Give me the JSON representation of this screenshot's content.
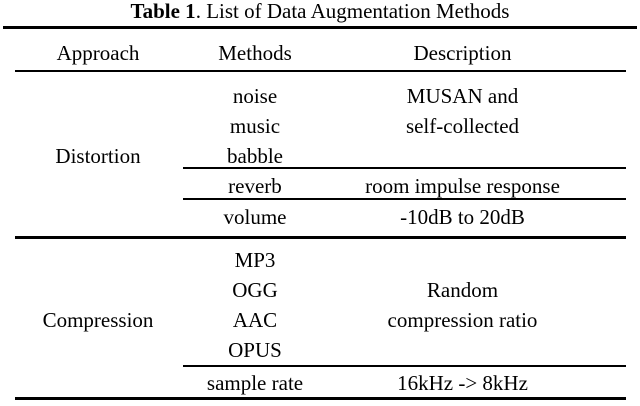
{
  "caption": {
    "label": "Table 1",
    "separator": ".",
    "title": "List of Data Augmentation Methods"
  },
  "table": {
    "headers": {
      "approach": "Approach",
      "methods": "Methods",
      "description": "Description"
    },
    "sections": [
      {
        "approach": "Distortion",
        "groups": [
          {
            "methods": [
              "noise",
              "music",
              "babble"
            ],
            "description": [
              "MUSAN and",
              "self-collected"
            ]
          },
          {
            "methods": [
              "reverb"
            ],
            "description": [
              "room impulse response"
            ]
          },
          {
            "methods": [
              "volume"
            ],
            "description": [
              "-10dB to 20dB"
            ]
          }
        ]
      },
      {
        "approach": "Compression",
        "groups": [
          {
            "methods": [
              "MP3",
              "OGG",
              "AAC",
              "OPUS"
            ],
            "description": [
              "Random",
              "compression ratio"
            ]
          },
          {
            "methods": [
              "sample rate"
            ],
            "description": [
              "16kHz -> 8kHz"
            ]
          }
        ]
      }
    ]
  }
}
